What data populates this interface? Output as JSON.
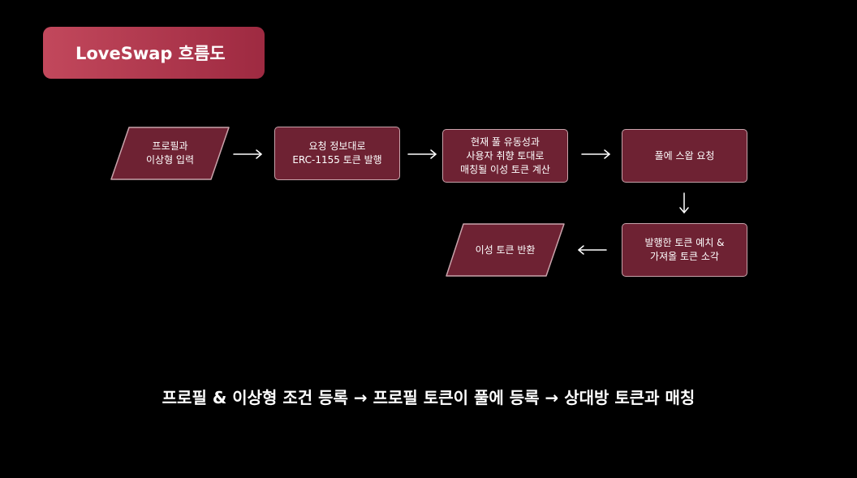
{
  "title": "LoveSwap 흐름도",
  "nodes": {
    "profile_input": "프로필과\n이상형 입력",
    "mint_tokens": "요청 정보대로\nERC-1155 토큰 발행",
    "compute_match": "현재 풀 유동성과\n사용자 취향 토대로\n매칭될 이성 토큰 계산",
    "swap_request": "풀에 스왑 요청",
    "deposit_burn": "발행한 토큰 예치 &\n가져올 토큰 소각",
    "return_token": "이성 토큰 반환"
  },
  "summary": "프로필 & 이상형 조건 등록 → 프로필 토큰이 풀에 등록 → 상대방 토큰과 매칭",
  "colors": {
    "node_fill": "#6e2233",
    "node_border": "#c9a3ab",
    "title_gradient_start": "#c2485c",
    "title_gradient_end": "#9e2a41",
    "background": "#000000",
    "arrow": "#ffffff"
  }
}
